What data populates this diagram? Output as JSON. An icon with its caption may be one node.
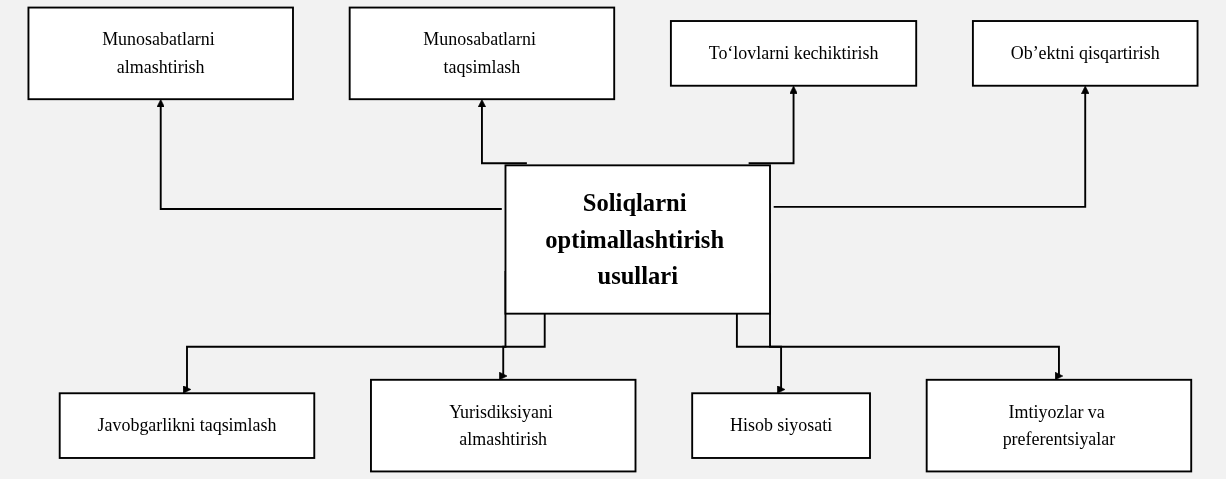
{
  "diagram": {
    "nodes": [
      {
        "text": [
          "Munosabatlarni almashtirish"
        ]
      },
      {
        "text": [
          "Munosabatlarni taqsimlash"
        ]
      },
      {
        "text": [
          "To‘lovlarni kechiktirish"
        ]
      },
      {
        "text": [
          "Ob’ektni qisqartirish"
        ]
      },
      {
        "text": [
          "Soliqlarni optimallashtirish usullari"
        ]
      },
      {
        "text": [
          "Javobgarlikni taqsimlash"
        ]
      },
      {
        "text": [
          "Yurisdiksiyani almashtirish"
        ]
      },
      {
        "text": [
          "Hisob siyosati"
        ]
      },
      {
        "text": [
          "Imtiyozlar va preferentsiyalar"
        ]
      }
    ],
    "edges": [
      {
        "from": 4,
        "to": 0,
        "arrow": "to"
      },
      {
        "from": 4,
        "to": 1,
        "arrow": "to"
      },
      {
        "from": 4,
        "to": 2,
        "arrow": "to"
      },
      {
        "from": 4,
        "to": 3,
        "arrow": "to"
      },
      {
        "from": 4,
        "to": 5,
        "arrow": "to"
      },
      {
        "from": 4,
        "to": 6,
        "arrow": "to"
      },
      {
        "from": 4,
        "to": 7,
        "arrow": "to"
      },
      {
        "from": 4,
        "to": 8,
        "arrow": "to"
      }
    ]
  }
}
